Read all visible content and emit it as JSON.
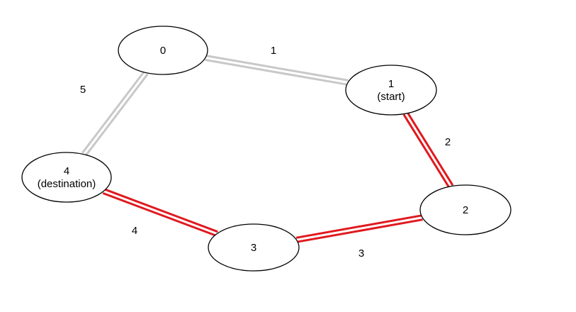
{
  "graph": {
    "nodes": [
      {
        "id": "0",
        "label": "0",
        "sublabel": ""
      },
      {
        "id": "1",
        "label": "1",
        "sublabel": "(start)"
      },
      {
        "id": "2",
        "label": "2",
        "sublabel": ""
      },
      {
        "id": "3",
        "label": "3",
        "sublabel": ""
      },
      {
        "id": "4",
        "label": "4",
        "sublabel": "(destination)"
      }
    ],
    "edges": [
      {
        "from": "0",
        "to": "1",
        "weight": "1",
        "on_path": false
      },
      {
        "from": "1",
        "to": "2",
        "weight": "2",
        "on_path": true
      },
      {
        "from": "2",
        "to": "3",
        "weight": "3",
        "on_path": true
      },
      {
        "from": "3",
        "to": "4",
        "weight": "4",
        "on_path": true
      },
      {
        "from": "4",
        "to": "0",
        "weight": "5",
        "on_path": false
      }
    ],
    "colors": {
      "path_edge": "#e0191f",
      "other_edge": "#c8c8c8"
    }
  }
}
